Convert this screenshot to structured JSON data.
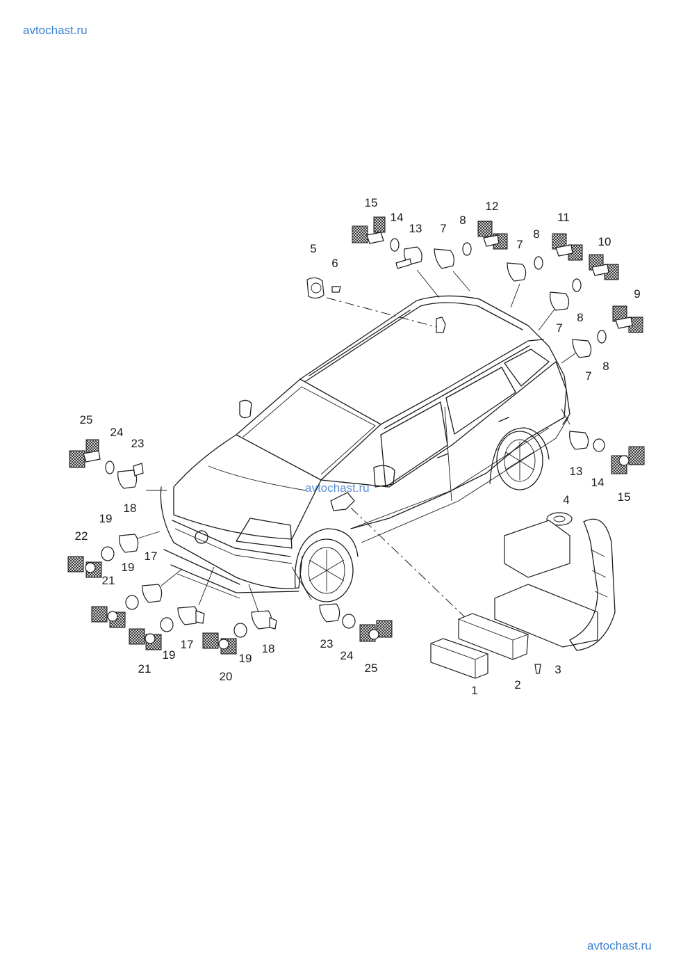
{
  "watermarks": {
    "top": "avtochast.ru",
    "center": "avtochast.ru",
    "bottom": "avtochast.ru"
  },
  "callouts": [
    "1",
    "2",
    "3",
    "4",
    "5",
    "6",
    "7",
    "8",
    "9",
    "10",
    "11",
    "12",
    "13",
    "14",
    "15",
    "17",
    "18",
    "19",
    "20",
    "21",
    "22",
    "23",
    "24",
    "25"
  ]
}
